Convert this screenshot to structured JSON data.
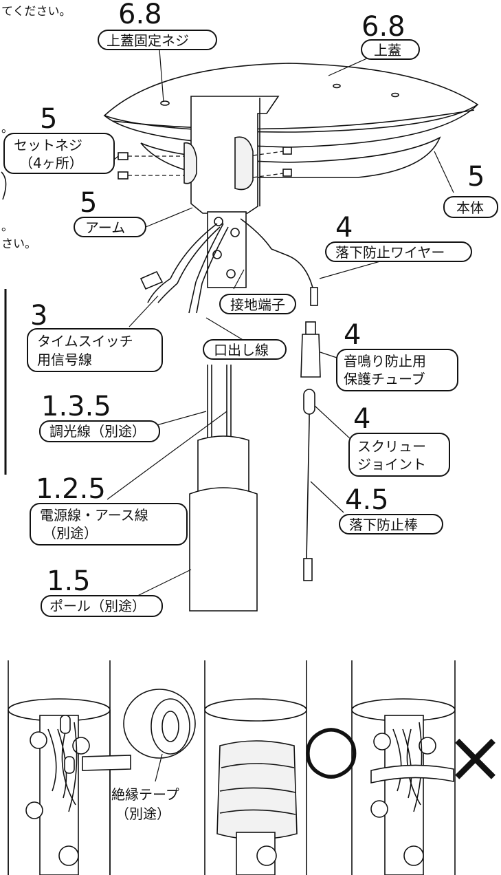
{
  "fragments": {
    "top_text": "てください。",
    "mid_1": "。",
    "mid_2": "。",
    "mid_3": "さい。"
  },
  "callouts": [
    {
      "id": "top-cover-screw",
      "step": "6.8",
      "label": "上蓋固定ネジ"
    },
    {
      "id": "top-cover",
      "step": "6.8",
      "label": "上蓋"
    },
    {
      "id": "set-screw",
      "step": "5",
      "label": "セットネジ",
      "sub": "（4ヶ所）"
    },
    {
      "id": "body",
      "step": "5",
      "label": "本体"
    },
    {
      "id": "arm",
      "step": "5",
      "label": "アーム"
    },
    {
      "id": "fall-wire",
      "step": "4",
      "label": "落下防止ワイヤー"
    },
    {
      "id": "ground-terminal",
      "step": "",
      "label": "接地端子"
    },
    {
      "id": "timer-signal",
      "step": "3",
      "label": "タイムスイッチ",
      "sub": "用信号線"
    },
    {
      "id": "lead-wire",
      "step": "",
      "label": "口出し線"
    },
    {
      "id": "sound-tube",
      "step": "4",
      "label": "音鳴り防止用",
      "sub": "保護チューブ"
    },
    {
      "id": "dimmer-wire",
      "step": "1.3.5",
      "label": "調光線（別途）"
    },
    {
      "id": "screw-joint",
      "step": "4",
      "label": "スクリュー",
      "sub": "ジョイント"
    },
    {
      "id": "power-wire",
      "step": "1.2.5",
      "label": "電源線・アース線",
      "sub": "（別途）"
    },
    {
      "id": "fall-rod",
      "step": "4.5",
      "label": "落下防止棒"
    },
    {
      "id": "pole",
      "step": "1.5",
      "label": "ポール（別途）"
    }
  ],
  "tape": {
    "label": "絶縁テープ",
    "sub": "（別途）"
  },
  "marks": {
    "ok": "○",
    "ng": "×"
  }
}
